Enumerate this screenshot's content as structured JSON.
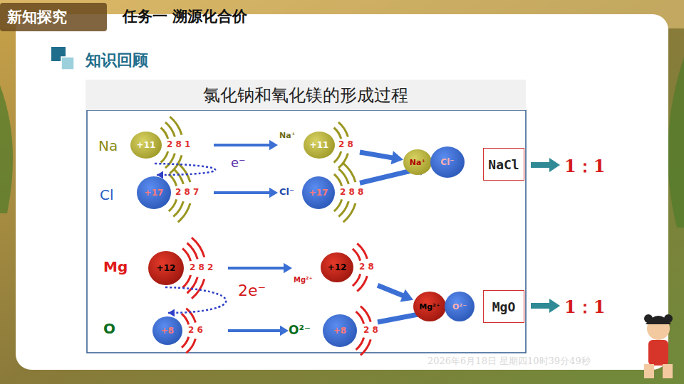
{
  "diagram": {
    "title": "任务一  溯源化合价",
    "nodes": [
      {
        "text": [
          "氯化钠和氧化镁的形成过程"
        ]
      },
      {
        "text": [
          "+11"
        ]
      },
      {
        "text": [
          "+17"
        ]
      },
      {
        "text": [
          "Na⁺",
          "+11"
        ]
      },
      {
        "text": [
          "Cl⁻",
          "+17"
        ]
      },
      {
        "text": [
          "Na⁺"
        ]
      },
      {
        "text": [
          "Cl⁻"
        ]
      },
      {
        "text": [
          "NaCl"
        ]
      },
      {
        "text": [
          "+12"
        ]
      },
      {
        "text": [
          "+8"
        ]
      },
      {
        "text": [
          "Mg²⁺",
          "+12"
        ]
      },
      {
        "text": [
          "O²⁻",
          "+8"
        ]
      },
      {
        "text": [
          "Mg²⁺"
        ]
      },
      {
        "text": [
          "O²⁻"
        ]
      },
      {
        "text": [
          "MgO"
        ]
      }
    ],
    "edges": [
      {
        "from": 1,
        "to": 3,
        "arrow": "to"
      },
      {
        "from": 2,
        "to": 4,
        "arrow": "to"
      },
      {
        "from": 1,
        "to": 2,
        "label": "e⁻",
        "arrow": "to"
      },
      {
        "from": 3,
        "to": 5,
        "arrow": "to"
      },
      {
        "from": 4,
        "to": 6,
        "arrow": "to"
      },
      {
        "from": 8,
        "to": 10,
        "arrow": "to"
      },
      {
        "from": 9,
        "to": 11,
        "arrow": "to"
      },
      {
        "from": 8,
        "to": 9,
        "label": "2e⁻",
        "arrow": "to"
      },
      {
        "from": 10,
        "to": 12,
        "arrow": "to"
      },
      {
        "from": 11,
        "to": 13,
        "arrow": "to"
      }
    ],
    "labels": [
      "新知探究",
      "知识回顾",
      "Na",
      "2 8 1",
      "Cl",
      "2 8 7",
      "2 8",
      "2 8 8",
      "1：1",
      "Mg",
      "2 8 2",
      "O",
      "2 6",
      "2 8",
      "2 8",
      "1：1",
      "2026年6月18日 星期四10时39分49秒"
    ]
  }
}
